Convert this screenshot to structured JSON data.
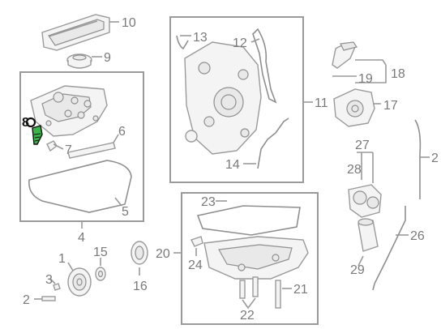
{
  "colors": {
    "line": "#9a9a9a",
    "label": "#7a7a7a",
    "highlight": "#39b54a",
    "highlight_outline": "#111111",
    "background": "#ffffff"
  },
  "callouts": {
    "c1": "1",
    "c2": "2",
    "c3": "3",
    "c4": "4",
    "c5": "5",
    "c6": "6",
    "c7": "7",
    "c8": "8",
    "c9": "9",
    "c10": "10",
    "c11": "11",
    "c12": "12",
    "c13": "13",
    "c14": "14",
    "c15": "15",
    "c16": "16",
    "c17": "17",
    "c18": "18",
    "c19": "19",
    "c20": "20",
    "c21": "21",
    "c22": "22",
    "c23": "23",
    "c24": "24",
    "c25": "2",
    "c26": "26",
    "c27": "27",
    "c28": "28",
    "c29": "29"
  },
  "highlighted_part": "8"
}
